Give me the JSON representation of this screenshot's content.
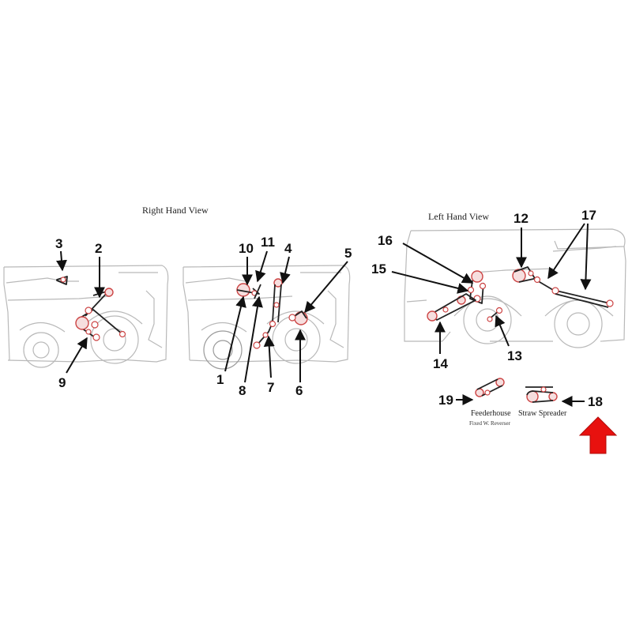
{
  "views": {
    "right_hand_title": "Right Hand View",
    "left_hand_title": "Left Hand View"
  },
  "callouts": [
    "1",
    "2",
    "3",
    "4",
    "5",
    "6",
    "7",
    "8",
    "9",
    "10",
    "11",
    "12",
    "13",
    "14",
    "15",
    "16",
    "17",
    "18",
    "19"
  ],
  "captions": {
    "feederhouse": "Feederhouse",
    "feederhouse_sub": "Fixed W. Reverser",
    "straw_spreader": "Straw Spreader"
  },
  "colors": {
    "pulley": "#cc4444",
    "belt": "#222222",
    "outline": "#b9b9b9",
    "indicator_arrow": "#e8110f"
  },
  "icons": {
    "indicator": "red-up-arrow-icon"
  }
}
